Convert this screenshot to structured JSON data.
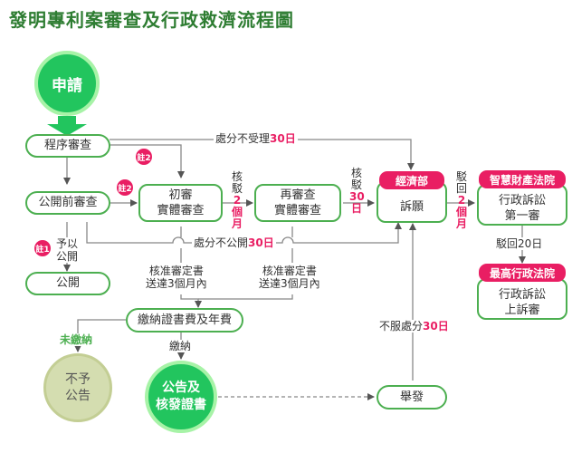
{
  "title": "發明專利案審查及行政救濟流程圖",
  "colors": {
    "green": "#4caf50",
    "dark_green": "#2e7d32",
    "pink": "#e91e63",
    "beige": "#d4ddb0",
    "line": "#888888"
  },
  "nodes": {
    "apply": "申請",
    "formal_exam": "程序審查",
    "pre_publication": "公開前審查",
    "publication": "公開",
    "initial_exam_l1": "初審",
    "initial_exam_l2": "實體審查",
    "re_exam_l1": "再審查",
    "re_exam_l2": "實體審查",
    "pay_fees": "繳納證書費及年費",
    "not_granted_l1": "不予",
    "not_granted_l2": "公告",
    "grant_l1": "公告及",
    "grant_l2": "核發證書",
    "moea_header": "經濟部",
    "moea_appeal": "訴願",
    "ip_court_header": "智慧財產法院",
    "ip_court_l1": "行政訴訟",
    "ip_court_l2": "第一審",
    "supreme_header": "最高行政法院",
    "supreme_l1": "行政訴訟",
    "supreme_l2": "上訴審",
    "invalidation": "舉發"
  },
  "notes": {
    "note1": "註1",
    "note2": "註2"
  },
  "labels": {
    "not_accepted_text": "處分不受理",
    "not_accepted_days": "30日",
    "not_published_text": "處分不公開",
    "not_published_days": "30日",
    "pub_request_1": "予以",
    "pub_request_2": "公開",
    "approval_1_l1": "核准審定書",
    "approval_1_l2": "送達3個月內",
    "approval_2_l1": "核准審定書",
    "approval_2_l2": "送達3個月內",
    "unpaid": "未繳納",
    "paid": "繳納",
    "reject_days": "駁回20日",
    "disagree_text": "不服處分",
    "disagree_days": "30日"
  },
  "vertical_labels": {
    "rejection_1": [
      "核",
      "駁",
      "2",
      "個",
      "月"
    ],
    "rejection_2": [
      "核",
      "駁",
      "30",
      "日"
    ],
    "dismissal": [
      "駁",
      "回",
      "2",
      "個",
      "月"
    ]
  }
}
